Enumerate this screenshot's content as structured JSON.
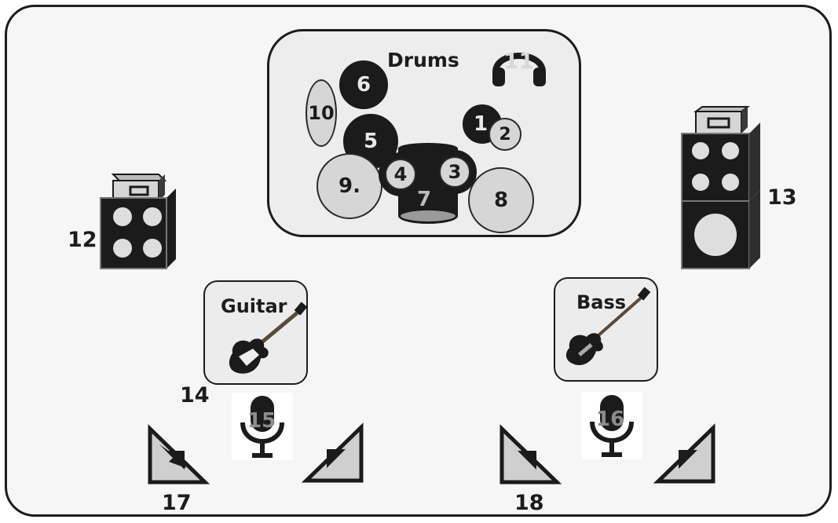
{
  "drums": {
    "title": "Drums",
    "headphones": "11",
    "pieces": [
      {
        "num": "1"
      },
      {
        "num": "2"
      },
      {
        "num": "3"
      },
      {
        "num": "4"
      },
      {
        "num": "5"
      },
      {
        "num": "6"
      },
      {
        "num": "7"
      },
      {
        "num": "8"
      },
      {
        "num": "9."
      },
      {
        "num": "10"
      }
    ]
  },
  "amps": {
    "guitar_amp": "12",
    "bass_amp": "13"
  },
  "guitar": {
    "title": "Guitar",
    "mic_label": "14",
    "mic_number": "15",
    "monitors_label": "17"
  },
  "bass": {
    "title": "Bass",
    "mic_number": "16",
    "monitors_label": "18"
  },
  "colors": {
    "dark": "#1b1b1b",
    "light": "#d6d6d6",
    "background": "#f6f6f6"
  }
}
